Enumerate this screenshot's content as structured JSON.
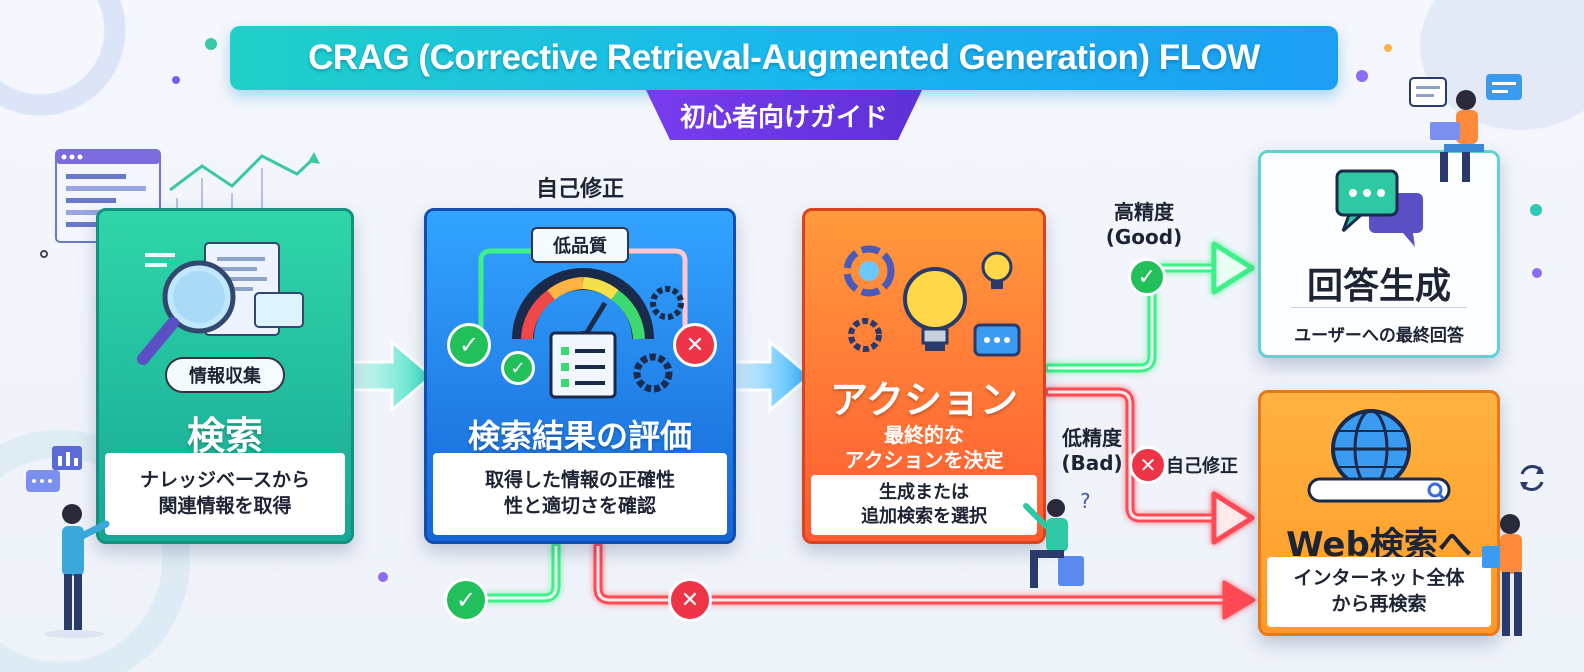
{
  "title": "CRAG (Corrective Retrieval-Augmented Generation) FLOW",
  "subtitle": "初心者向けガイド",
  "colors": {
    "search_card": "#1fc0a0",
    "eval_card": "#1f7fe8",
    "action_card": "#ff6e34",
    "answer_card": "#ffffff",
    "web_card": "#ffa42f",
    "good_path": "#2ee87a",
    "bad_path": "#ff4a55",
    "title_gradient_start": "#1fd1c8",
    "title_gradient_end": "#1c9ef2",
    "subtitle_bg": "#6a35e2"
  },
  "nodes": {
    "search": {
      "label": "検索",
      "pill": "情報収集",
      "description": "ナレッジベースから\n関連情報を取得",
      "icon": "magnifier-document-icon"
    },
    "evaluation": {
      "top_label": "自己修正",
      "label": "検索結果の評価",
      "pill": "低品質",
      "description": "取得した情報の正確性\n性と適切さを確認",
      "icon": "quality-gauge-icon"
    },
    "action": {
      "label": "アクション",
      "sublabel": "最終的な\nアクションを決定",
      "description": "生成または\n追加検索を選択",
      "icon": "lightbulb-gears-icon"
    },
    "answer": {
      "label": "回答生成",
      "description": "ユーザーへの最終回答",
      "icon": "chat-bubbles-icon"
    },
    "web": {
      "label": "Web検索へ",
      "description": "インターネット全体\nから再検索",
      "icon": "globe-search-icon"
    }
  },
  "edges": {
    "good_label": "高精度\n(Good)",
    "bad_label": "低精度\n(Bad)",
    "bad_note": "自己修正"
  }
}
